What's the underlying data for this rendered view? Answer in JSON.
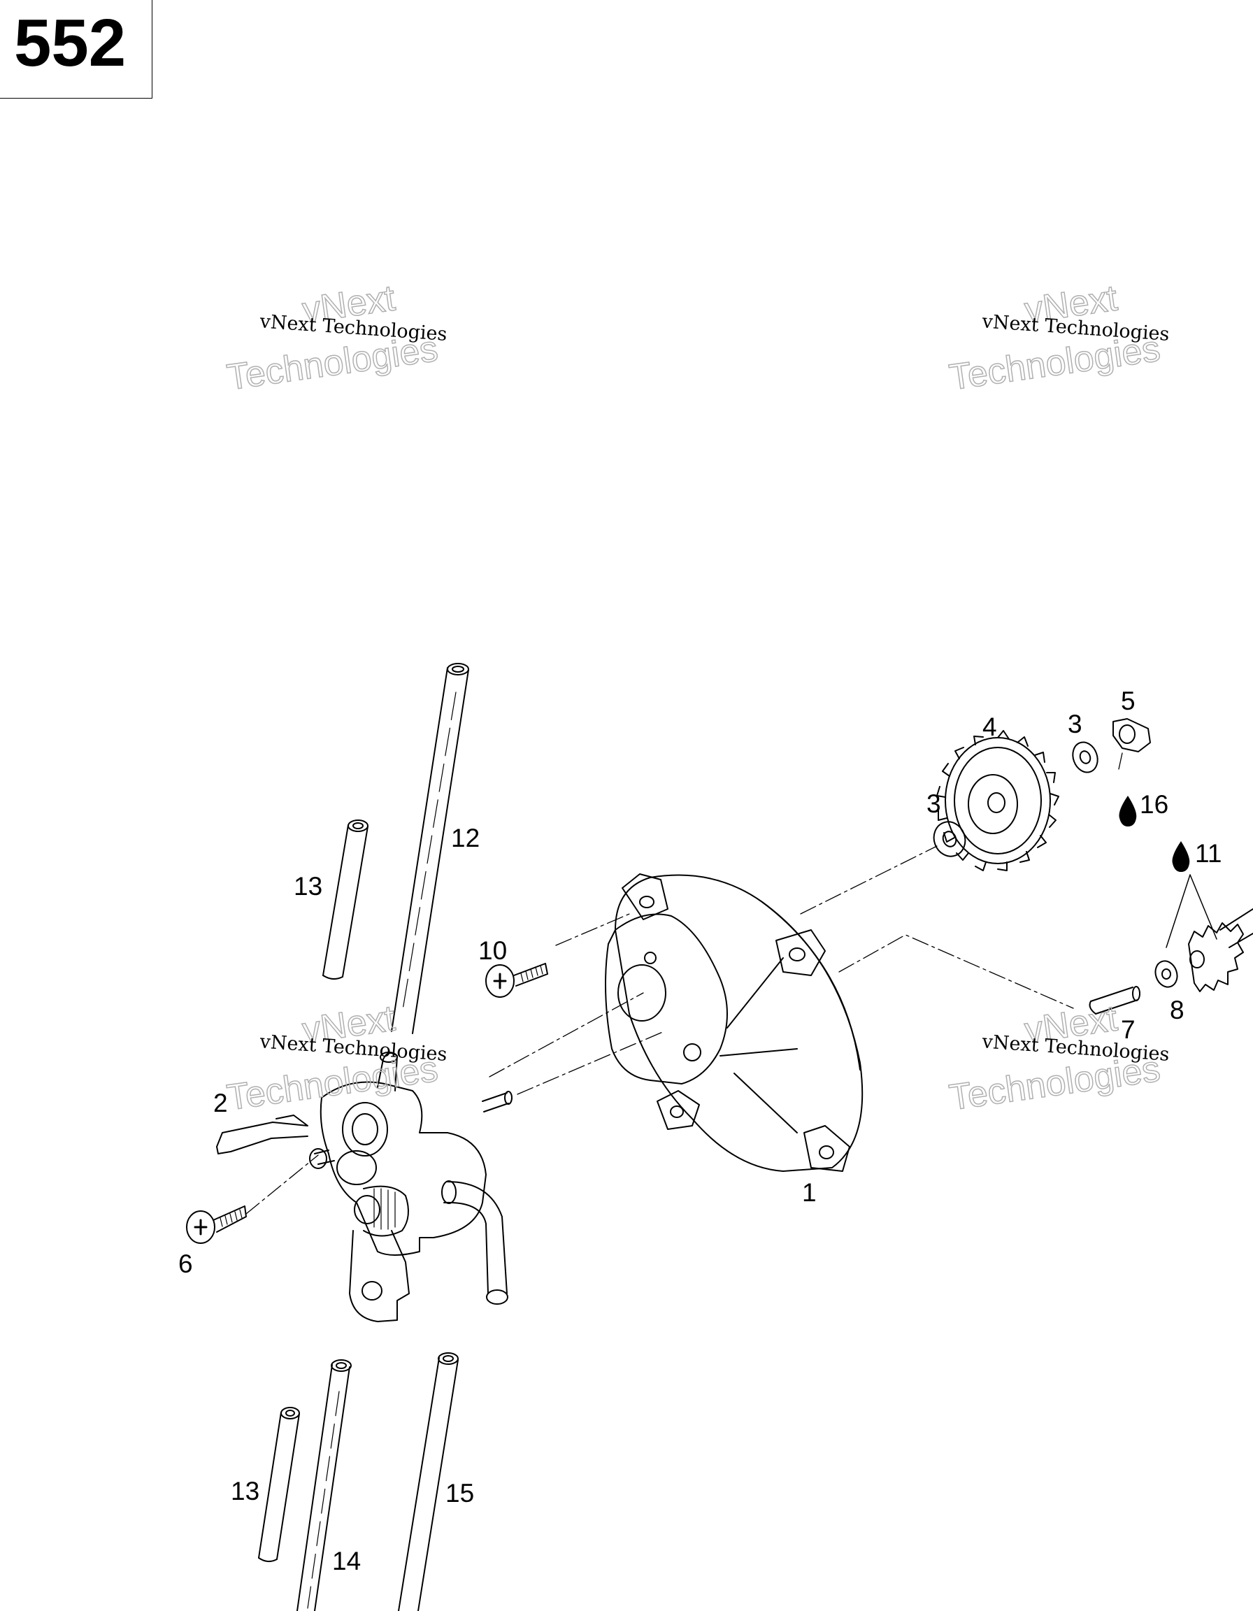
{
  "page_number": "552",
  "watermark": {
    "line1": "vNext",
    "line2": "Technologies",
    "small": "vNext Technologies"
  },
  "callouts": [
    {
      "id": "c1",
      "text": "1"
    },
    {
      "id": "c2",
      "text": "2"
    },
    {
      "id": "c3a",
      "text": "3"
    },
    {
      "id": "c3b",
      "text": "3"
    },
    {
      "id": "c4",
      "text": "4"
    },
    {
      "id": "c5",
      "text": "5"
    },
    {
      "id": "c6",
      "text": "6"
    },
    {
      "id": "c7",
      "text": "7"
    },
    {
      "id": "c8",
      "text": "8"
    },
    {
      "id": "c10",
      "text": "10"
    },
    {
      "id": "c11",
      "text": "11"
    },
    {
      "id": "c12",
      "text": "12"
    },
    {
      "id": "c13a",
      "text": "13"
    },
    {
      "id": "c13b",
      "text": "13"
    },
    {
      "id": "c14",
      "text": "14"
    },
    {
      "id": "c15",
      "text": "15"
    },
    {
      "id": "c16",
      "text": "16"
    }
  ],
  "icons": {
    "oil_drop": "oil-drop-icon"
  }
}
